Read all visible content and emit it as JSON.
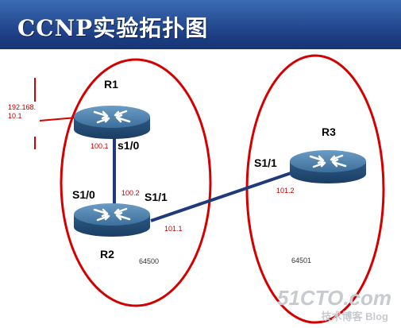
{
  "title": "CCNP实验拓扑图",
  "routers": {
    "r1": {
      "name": "R1"
    },
    "r2": {
      "name": "R2"
    },
    "r3": {
      "name": "R3"
    }
  },
  "interfaces": {
    "r1_s10": "s1/0",
    "r2_s10": "S1/0",
    "r2_s11": "S1/1",
    "r3_s11": "S1/1"
  },
  "ips": {
    "r1_100": "100.1",
    "r2_100": "100.2",
    "r2_101": "101.1",
    "r3_101": "101.2",
    "external": "192.168.10.1"
  },
  "as": {
    "left": "64500",
    "right": "64501"
  },
  "watermark": {
    "brand": "51CTO.com",
    "sub": "技术博客 Blog"
  },
  "colors": {
    "title_bar": "#1e3f86",
    "as_ellipse": "#d40000",
    "link": "#1f3a7a",
    "router_body": "#2f5f8c",
    "ip_text": "#c00000"
  }
}
